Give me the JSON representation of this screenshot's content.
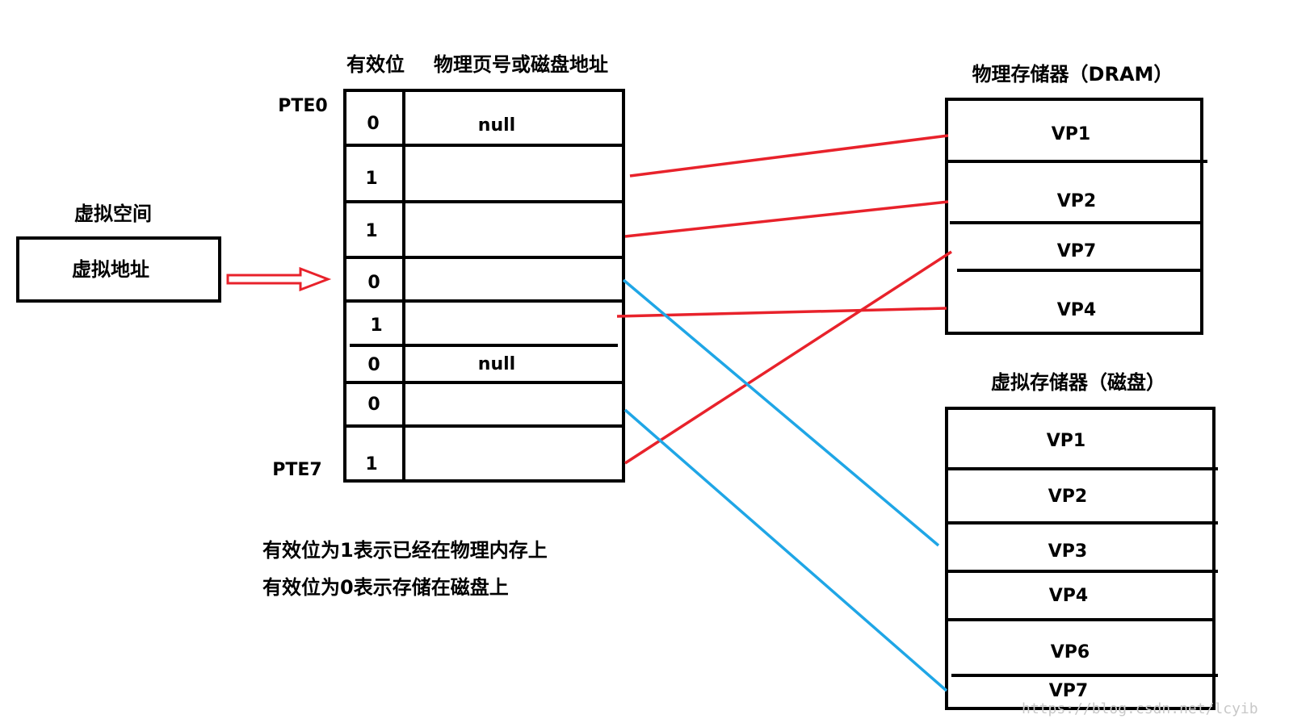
{
  "virtual_space": {
    "title": "虚拟空间",
    "address_label": "虚拟地址"
  },
  "page_table": {
    "header_valid": "有效位",
    "header_address": "物理页号或磁盘地址",
    "first_entry_label": "PTE0",
    "last_entry_label": "PTE7",
    "rows": [
      {
        "valid": "0",
        "address": "null"
      },
      {
        "valid": "1",
        "address": ""
      },
      {
        "valid": "1",
        "address": ""
      },
      {
        "valid": "0",
        "address": ""
      },
      {
        "valid": "1",
        "address": ""
      },
      {
        "valid": "0",
        "address": "null"
      },
      {
        "valid": "0",
        "address": ""
      },
      {
        "valid": "1",
        "address": ""
      }
    ]
  },
  "physical_memory": {
    "title": "物理存储器（DRAM）",
    "pages": [
      "VP1",
      "VP2",
      "VP7",
      "VP4"
    ]
  },
  "virtual_memory": {
    "title": "虚拟存储器（磁盘）",
    "pages": [
      "VP1",
      "VP2",
      "VP3",
      "VP4",
      "VP6",
      "VP7"
    ]
  },
  "notes": [
    "有效位为1表示已经在物理内存上",
    "有效位为0表示存储在磁盘上"
  ],
  "watermark": "https://blog.csdn.net/lcyib",
  "colors": {
    "physical_link": "#e8222b",
    "disk_link": "#1fa6e6",
    "arrow": "#e8222b"
  }
}
